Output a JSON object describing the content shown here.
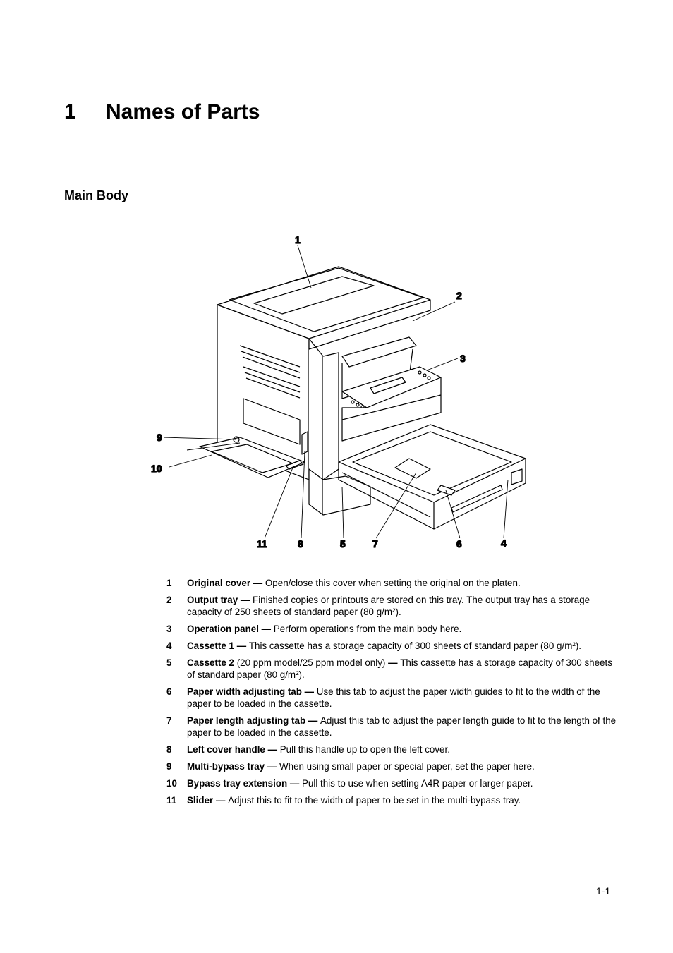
{
  "chapter": {
    "number": "1",
    "title": "Names of Parts"
  },
  "section": {
    "title": "Main Body"
  },
  "figure": {
    "callouts": [
      "1",
      "2",
      "3",
      "9",
      "10",
      "11",
      "8",
      "5",
      "7",
      "6",
      "4"
    ]
  },
  "legend": [
    {
      "num": "1",
      "name": "Original cover",
      "sep": " — ",
      "text": "Open/close this cover when setting the original on the platen."
    },
    {
      "num": "2",
      "name": "Output tray",
      "sep": " — ",
      "text": "Finished copies or printouts are stored on this tray. The output tray has a storage capacity of 250 sheets of standard paper (80 g/m²)."
    },
    {
      "num": "3",
      "name": "Operation panel",
      "sep": " — ",
      "text": "Perform operations from the main body here."
    },
    {
      "num": "4",
      "name": "Cassette 1",
      "sep": " — ",
      "text": "This cassette has a storage capacity of 300 sheets of standard paper (80 g/m²)."
    },
    {
      "num": "5",
      "name": "Cassette 2",
      "note": " (20 ppm model/25 ppm model only) ",
      "sep": "— ",
      "text": "This cassette has a storage capacity of 300 sheets of standard paper (80 g/m²)."
    },
    {
      "num": "6",
      "name": "Paper width adjusting tab",
      "sep": " — ",
      "text": "Use this tab to adjust the paper width guides to fit to the width of the paper to be loaded in the cassette."
    },
    {
      "num": "7",
      "name": "Paper length adjusting tab",
      "sep": " — ",
      "text": "Adjust this tab to adjust the paper length guide to fit to the length of the paper to be loaded in the cassette."
    },
    {
      "num": "8",
      "name": "Left cover handle",
      "sep": " — ",
      "text": "Pull this handle up to open the left cover."
    },
    {
      "num": "9",
      "name": "Multi-bypass tray",
      "sep": " — ",
      "text": "When using small paper or special paper, set the paper here."
    },
    {
      "num": "10",
      "name": "Bypass tray extension",
      "sep": " — ",
      "text": "Pull this to use when setting A4R paper or larger paper."
    },
    {
      "num": "11",
      "name": "Slider",
      "sep": " — ",
      "text": "Adjust this to fit to the width of paper to be set in the multi-bypass tray."
    }
  ],
  "page_number": "1-1"
}
